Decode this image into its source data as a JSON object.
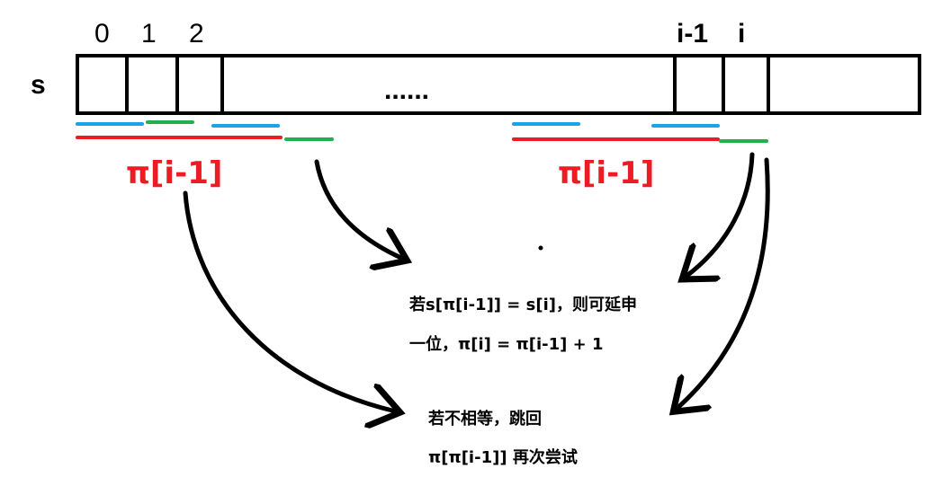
{
  "string_label": "s",
  "indices": {
    "i0": "0",
    "i1": "1",
    "i2": "2",
    "i_minus_1": "i-1",
    "i": "i"
  },
  "ellipsis": "......",
  "prefix_labels": {
    "left": "π[i-1]",
    "right": "π[i-1]"
  },
  "notes": {
    "extend_line1": "若s[π[i-1]] = s[i]，则可延申",
    "extend_line2": "一位，π[i] = π[i-1] + 1",
    "fallback_line1": "若不相等，跳回",
    "fallback_line2": "π[π[i-1]] 再次尝试"
  },
  "colors": {
    "blue": "#1aa3e8",
    "green": "#22b14c",
    "red": "#ed1c24",
    "ink": "#000000"
  }
}
